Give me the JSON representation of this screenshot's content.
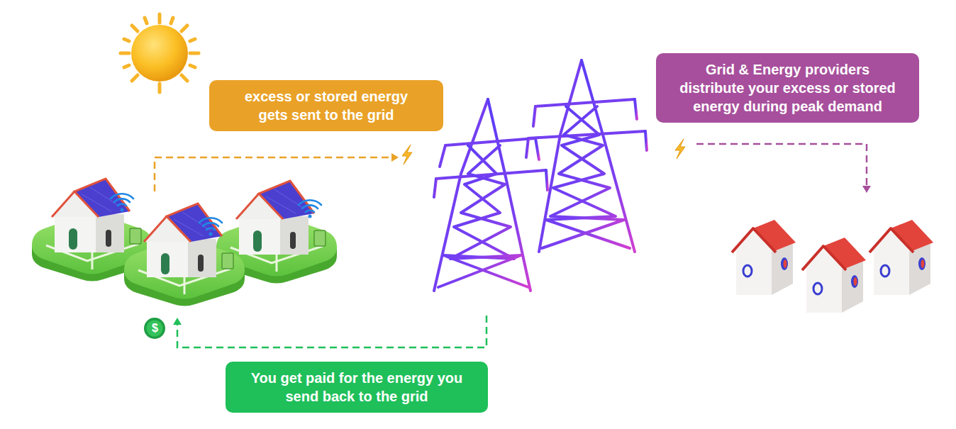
{
  "diagram": {
    "nodes": [
      {
        "text": [
          "excess or stored energy gets sent to the grid"
        ]
      },
      {
        "text": [
          "Grid & Energy providers distribute your excess or stored energy during peak demand"
        ]
      },
      {
        "text": [
          "You get paid for the energy you send back to the grid"
        ]
      }
    ],
    "labels": [
      "$"
    ]
  }
}
